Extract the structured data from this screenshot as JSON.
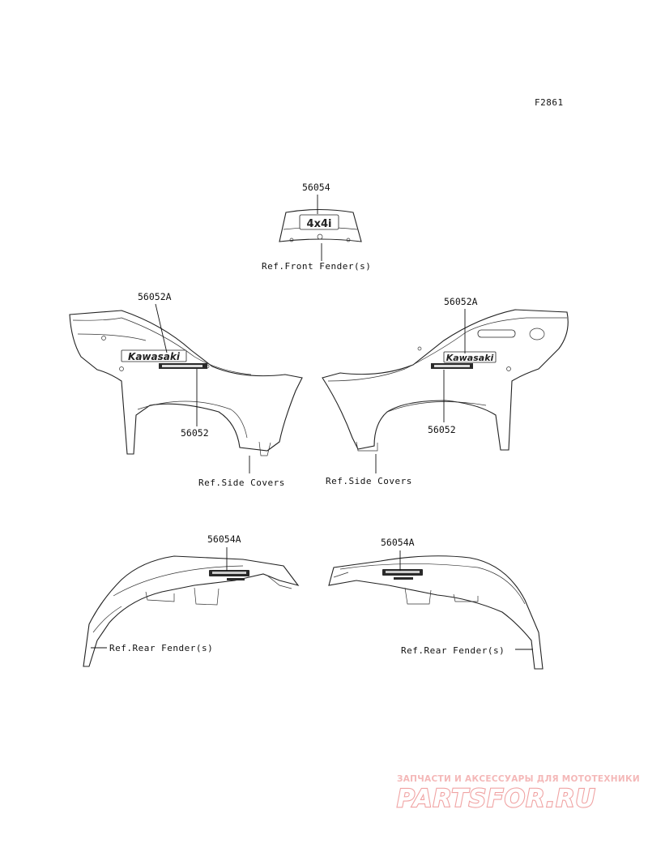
{
  "figure": {
    "id": "F2861"
  },
  "callouts": {
    "front_emblem": "56054",
    "left_side_upper": "56052A",
    "left_side_lower": "56052",
    "right_side_upper": "56052A",
    "right_side_lower": "56052",
    "left_rear": "56054A",
    "right_rear": "56054A"
  },
  "references": {
    "front_fender": "Ref.Front Fender(s)",
    "left_side_covers": "Ref.Side Covers",
    "right_side_covers": "Ref.Side Covers",
    "left_rear_fender": "Ref.Rear Fender(s)",
    "right_rear_fender": "Ref.Rear Fender(s)"
  },
  "decals": {
    "brand_left": "Kawasaki",
    "brand_right": "Kawasaki",
    "emblem_text": "4x4i"
  },
  "watermark": {
    "line1": "ЗАПЧАСТИ И АКСЕССУАРЫ ДЛЯ МОТОТЕХНИКИ",
    "line2": "PARTSFOR.RU"
  },
  "colors": {
    "line": "#222222",
    "watermark": "#f0a3a3",
    "background": "#ffffff"
  }
}
